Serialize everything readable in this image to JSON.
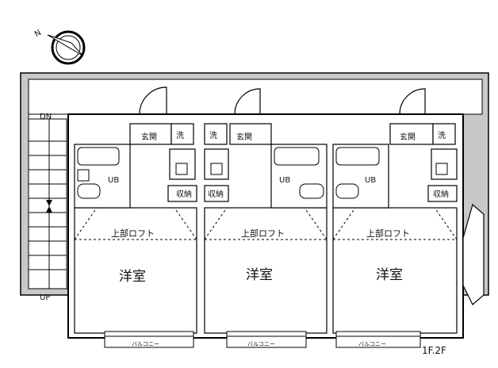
{
  "compass": {
    "label": "N",
    "icon": "north-arrow-icon"
  },
  "stair": {
    "down_label": "DN",
    "up_label": "UP"
  },
  "floor_label": "1F.2F",
  "units": [
    {
      "room_label": "洋室",
      "loft_label": "上部ロフト",
      "entrance_label": "玄関",
      "wash_label": "洗",
      "bath_label": "UB",
      "storage_label": "収納",
      "balcony_label": "バルコニー"
    },
    {
      "room_label": "洋室",
      "loft_label": "上部ロフト",
      "entrance_label": "玄関",
      "wash_label": "洗",
      "bath_label": "UB",
      "storage_label": "収納",
      "balcony_label": "バルコニー"
    },
    {
      "room_label": "洋室",
      "loft_label": "上部ロフト",
      "entrance_label": "玄関",
      "wash_label": "洗",
      "bath_label": "UB",
      "storage_label": "収納",
      "balcony_label": "バルコニー"
    }
  ]
}
